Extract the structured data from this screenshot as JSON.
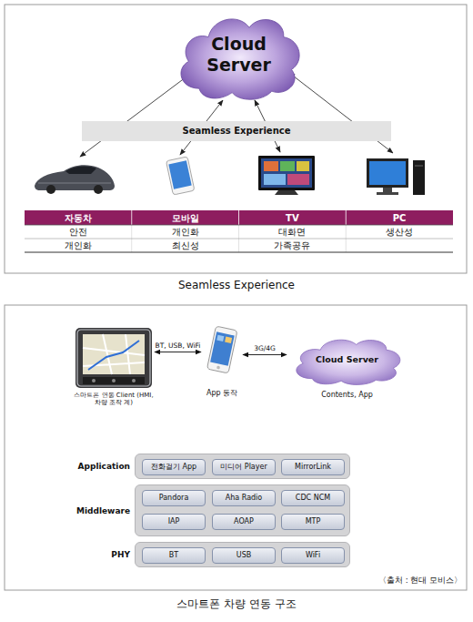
{
  "diagram": {
    "nodes": [
      {
        "text": [
          "Cloud Server"
        ]
      },
      {
        "text": [
          "Seamless Experience"
        ]
      },
      {
        "text": [
          "스마트폰 연동 Client (HMI, 차량 조작 계)"
        ]
      },
      {
        "text": [
          "App 동작"
        ]
      },
      {
        "text": [
          "Cloud Server",
          "Contents, App"
        ]
      },
      {
        "text": [
          "Application"
        ]
      },
      {
        "text": [
          "전화걸기 App"
        ],
        "in": 5
      },
      {
        "text": [
          "미디어 Player"
        ],
        "in": 5
      },
      {
        "text": [
          "MirrorLink"
        ],
        "in": 5
      },
      {
        "text": [
          "Middleware"
        ]
      },
      {
        "text": [
          "Pandora"
        ],
        "in": 9
      },
      {
        "text": [
          "Aha Radio"
        ],
        "in": 9
      },
      {
        "text": [
          "CDC NCM"
        ],
        "in": 9
      },
      {
        "text": [
          "IAP"
        ],
        "in": 9
      },
      {
        "text": [
          "AOAP"
        ],
        "in": 9
      },
      {
        "text": [
          "MTP"
        ],
        "in": 9
      },
      {
        "text": [
          "PHY"
        ]
      },
      {
        "text": [
          "BT"
        ],
        "in": 16
      },
      {
        "text": [
          "USB"
        ],
        "in": 16
      },
      {
        "text": [
          "WiFi"
        ],
        "in": 16
      }
    ],
    "edges": [
      {
        "from": 2,
        "to": 3,
        "arrow": "both",
        "label": "BT, USB, WiFi"
      },
      {
        "from": 3,
        "to": 4,
        "arrow": "both",
        "label": "3G/4G"
      }
    ],
    "labels": [
      "자동차",
      "모바일",
      "TV",
      "PC",
      "안전",
      "개인화",
      "대화면",
      "생산성",
      "개인화",
      "최신성",
      "가족공유",
      "Seamless Experience",
      "〈출처 : 현대 모비스〉",
      "스마트폰 차량 연동 구조"
    ]
  }
}
